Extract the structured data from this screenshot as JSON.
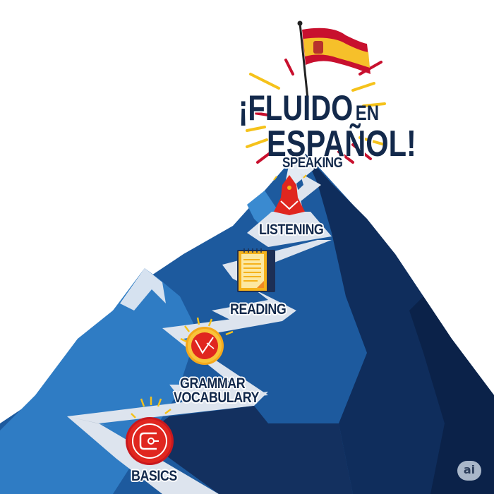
{
  "title": {
    "line1_prefix": "¡FLUIDO",
    "line1_suffix": "EN",
    "line2": "ESPAÑOL!"
  },
  "steps": [
    {
      "label": "SPEAKING",
      "icon": "flame-icon"
    },
    {
      "label": "LISTENING",
      "icon": "flame-icon"
    },
    {
      "label": "READING",
      "icon": "notepad-icon"
    },
    {
      "label": "GRAMMAR",
      "label2": "VOCABULARY",
      "icon": "checkmark-badge-icon"
    },
    {
      "label": "BASICS",
      "icon": "c-circle-icon"
    }
  ],
  "badge": {
    "label": "ai"
  },
  "colors": {
    "navy": "#13294b",
    "mountain_dark": "#0f2d5c",
    "mountain_mid": "#1d5a9e",
    "mountain_light": "#2f7cc4",
    "snow": "#dde4ee",
    "flag_red": "#c8102e",
    "flag_yellow": "#f6c02a",
    "icon_red": "#e0261f",
    "gold": "#f5b21b"
  }
}
